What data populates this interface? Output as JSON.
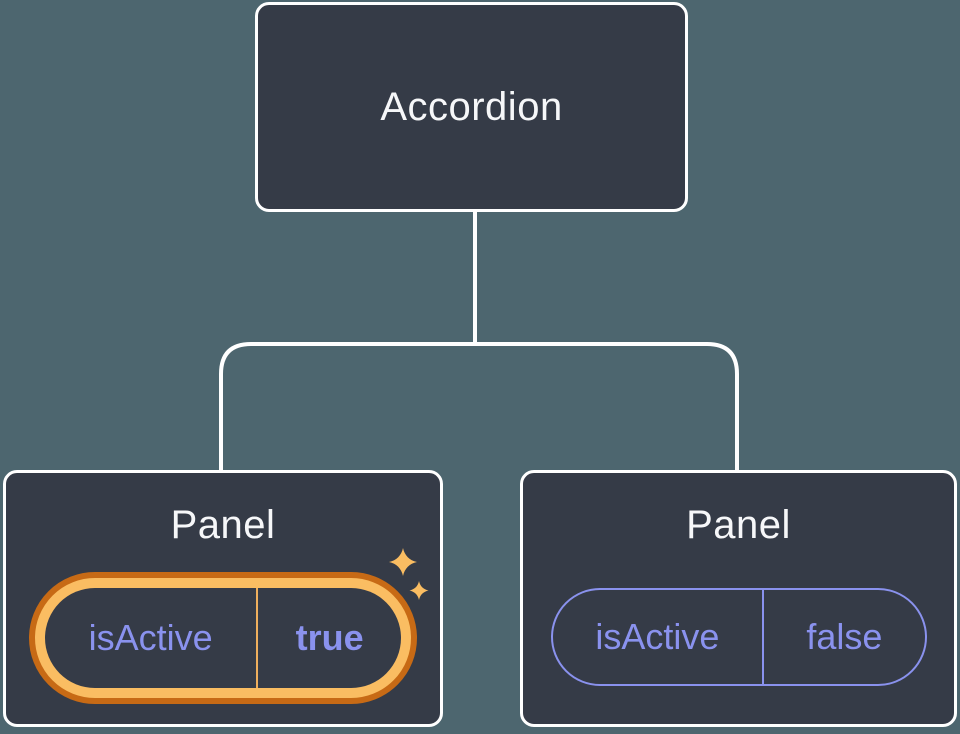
{
  "diagram": {
    "root": {
      "label": "Accordion"
    },
    "panels": [
      {
        "label": "Panel",
        "prop_name": "isActive",
        "prop_value": "true",
        "state": "active",
        "highlighted": true
      },
      {
        "label": "Panel",
        "prop_name": "isActive",
        "prop_value": "false",
        "state": "inactive",
        "highlighted": false
      }
    ]
  },
  "icons": {
    "sparkles": "sparkles-icon"
  },
  "colors": {
    "background": "#4D666F",
    "node_fill": "#353B47",
    "node_border": "#FFFFFF",
    "title_text": "#F6F7F9",
    "state_text": "#8A92EE",
    "highlight_ring_outer": "#C76A15",
    "highlight_ring_inner": "#FABD62",
    "highlight_divider": "#EFAF5D",
    "sparkle": "#FABD62",
    "connector": "#FFFFFF"
  }
}
